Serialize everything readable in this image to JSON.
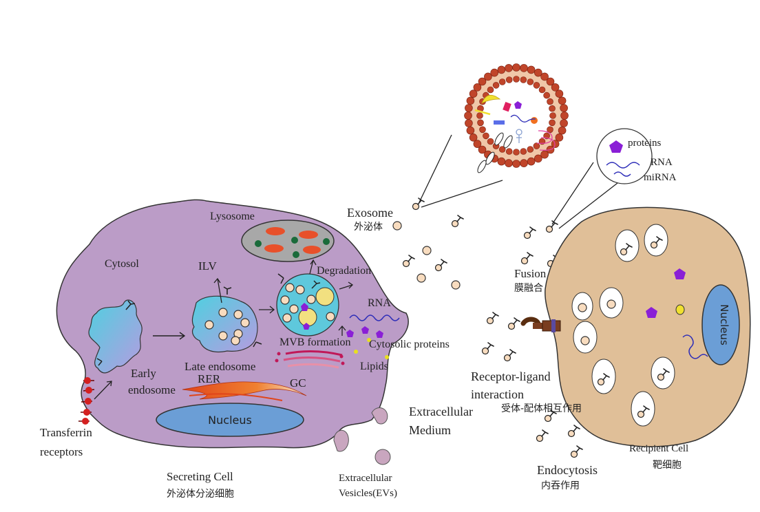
{
  "labels": {
    "lysosome": "Lysosome",
    "cytosol": "Cytosol",
    "ilv": "ILV",
    "degradation": "Degradation",
    "rna": "RNA",
    "mvb_formation": "MVB formation",
    "cytosolic_proteins": "Cytosolic proteins",
    "lipids": "Lipids",
    "late_endosome": "Late endosome",
    "rer": "RER",
    "gc": "GC",
    "early_endosome_1": "Early",
    "early_endosome_2": "endosome",
    "nucleus_secreting": "Nucleus",
    "transferrin_1": "Transferrin",
    "transferrin_2": "receptors",
    "secreting_cell": "Secreting Cell",
    "secreting_cell_cn": "外泌体分泌细胞",
    "extracellular_vesicles_1": "Extracellular",
    "extracellular_vesicles_2": "Vesicles(EVs)",
    "extracellular_medium_1": "Extracellular",
    "extracellular_medium_2": "Medium",
    "exosome": "Exosome",
    "exosome_cn": "外泌体",
    "fusion": "Fusion",
    "fusion_cn": "膜融合",
    "receptor_ligand_1": "Receptor-ligand",
    "receptor_ligand_2": "interaction",
    "receptor_ligand_cn": "受体-配体相互作用",
    "endocytosis": "Endocytosis",
    "endocytosis_cn": "内吞作用",
    "recipient_cell": "Recipient Cell",
    "recipient_cell_cn": "靶细胞",
    "nucleus_recipient": "Nucleus",
    "legend_proteins": "proteins",
    "legend_rna": "RNA",
    "legend_mirna": "miRNA"
  },
  "colors": {
    "secreting_cell": "#bb9cc7",
    "recipient_cell": "#e0bf98",
    "nucleus": "#6b9ed6",
    "endosome": "#5ec8dc",
    "vesicle": "#f8dcbf",
    "lysosome": "#a8a8a8",
    "protein": "#8a1fd6",
    "rna": "#2d2db8",
    "membrane": "#c0452a"
  }
}
